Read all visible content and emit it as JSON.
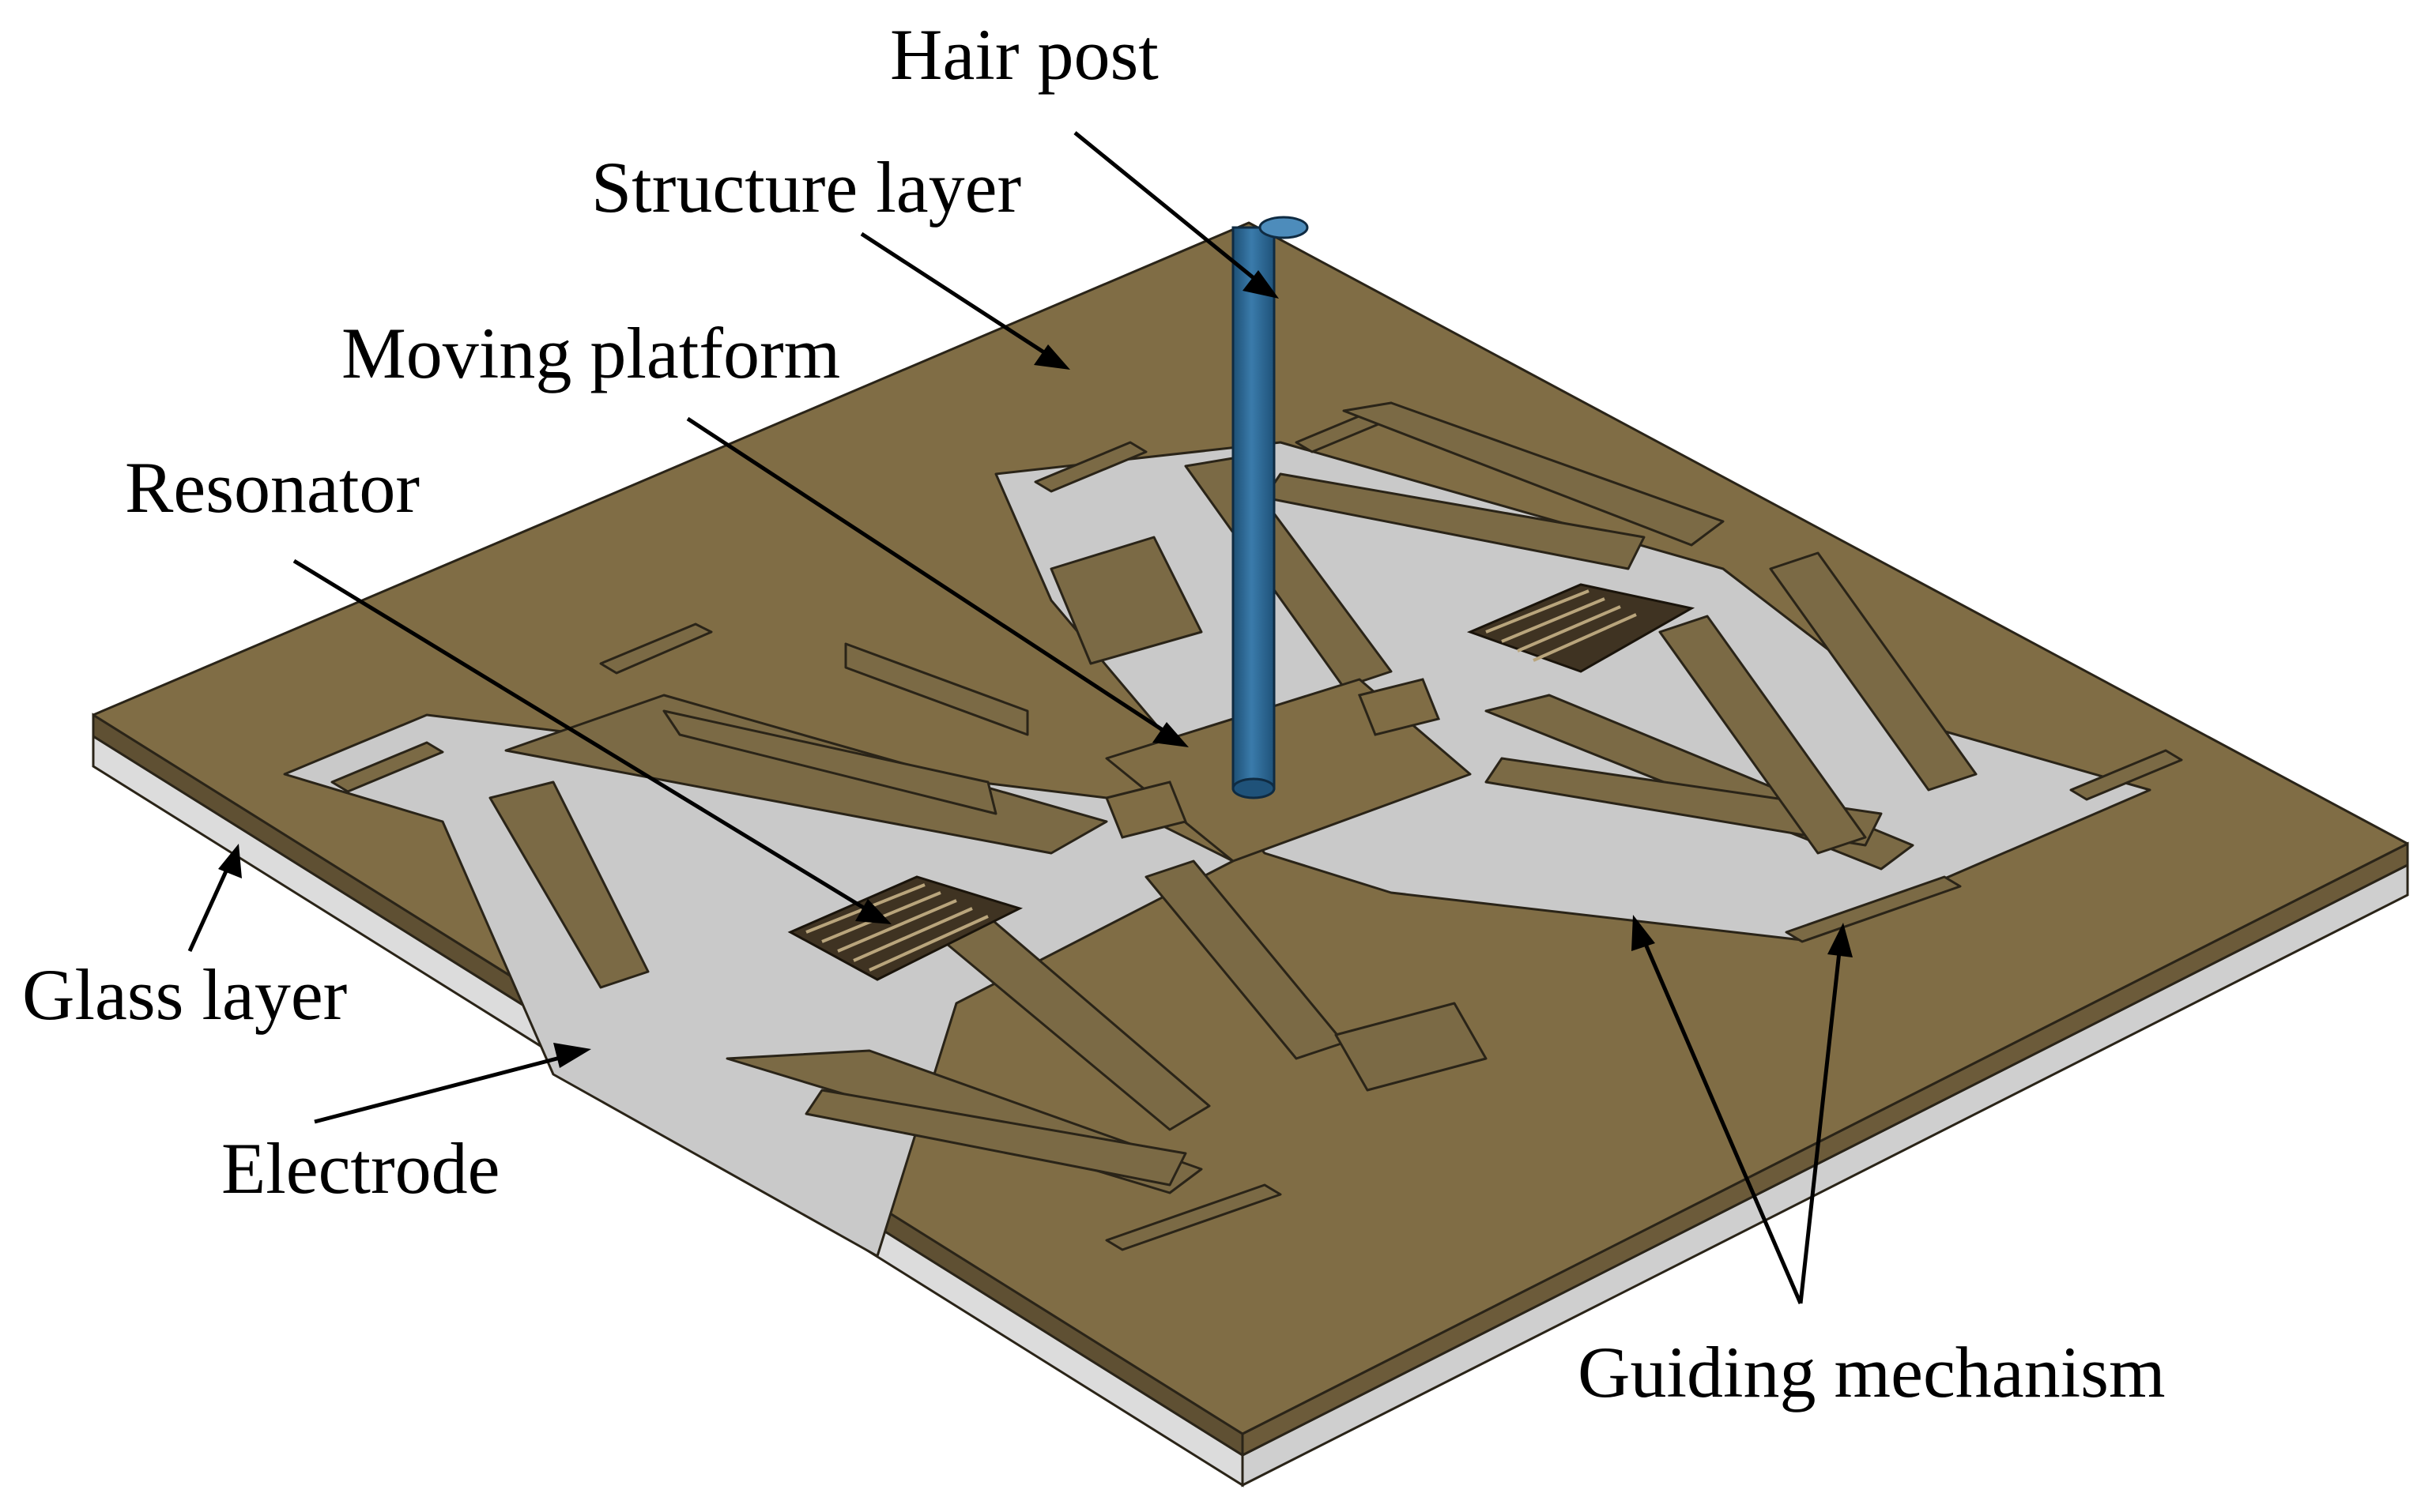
{
  "labels": {
    "hair_post": "Hair post",
    "structure_layer": "Structure layer",
    "moving_platform": "Moving platform",
    "resonator": "Resonator",
    "glass_layer": "Glass layer",
    "electrode": "Electrode",
    "guiding_mechanism": "Guiding mechanism"
  },
  "colors": {
    "structure_layer": "#806d45",
    "glass_layer": "#d6d6d6",
    "hair_post": "#2e6a96",
    "trench": "#c9c9c9",
    "outline": "#2a2418"
  }
}
